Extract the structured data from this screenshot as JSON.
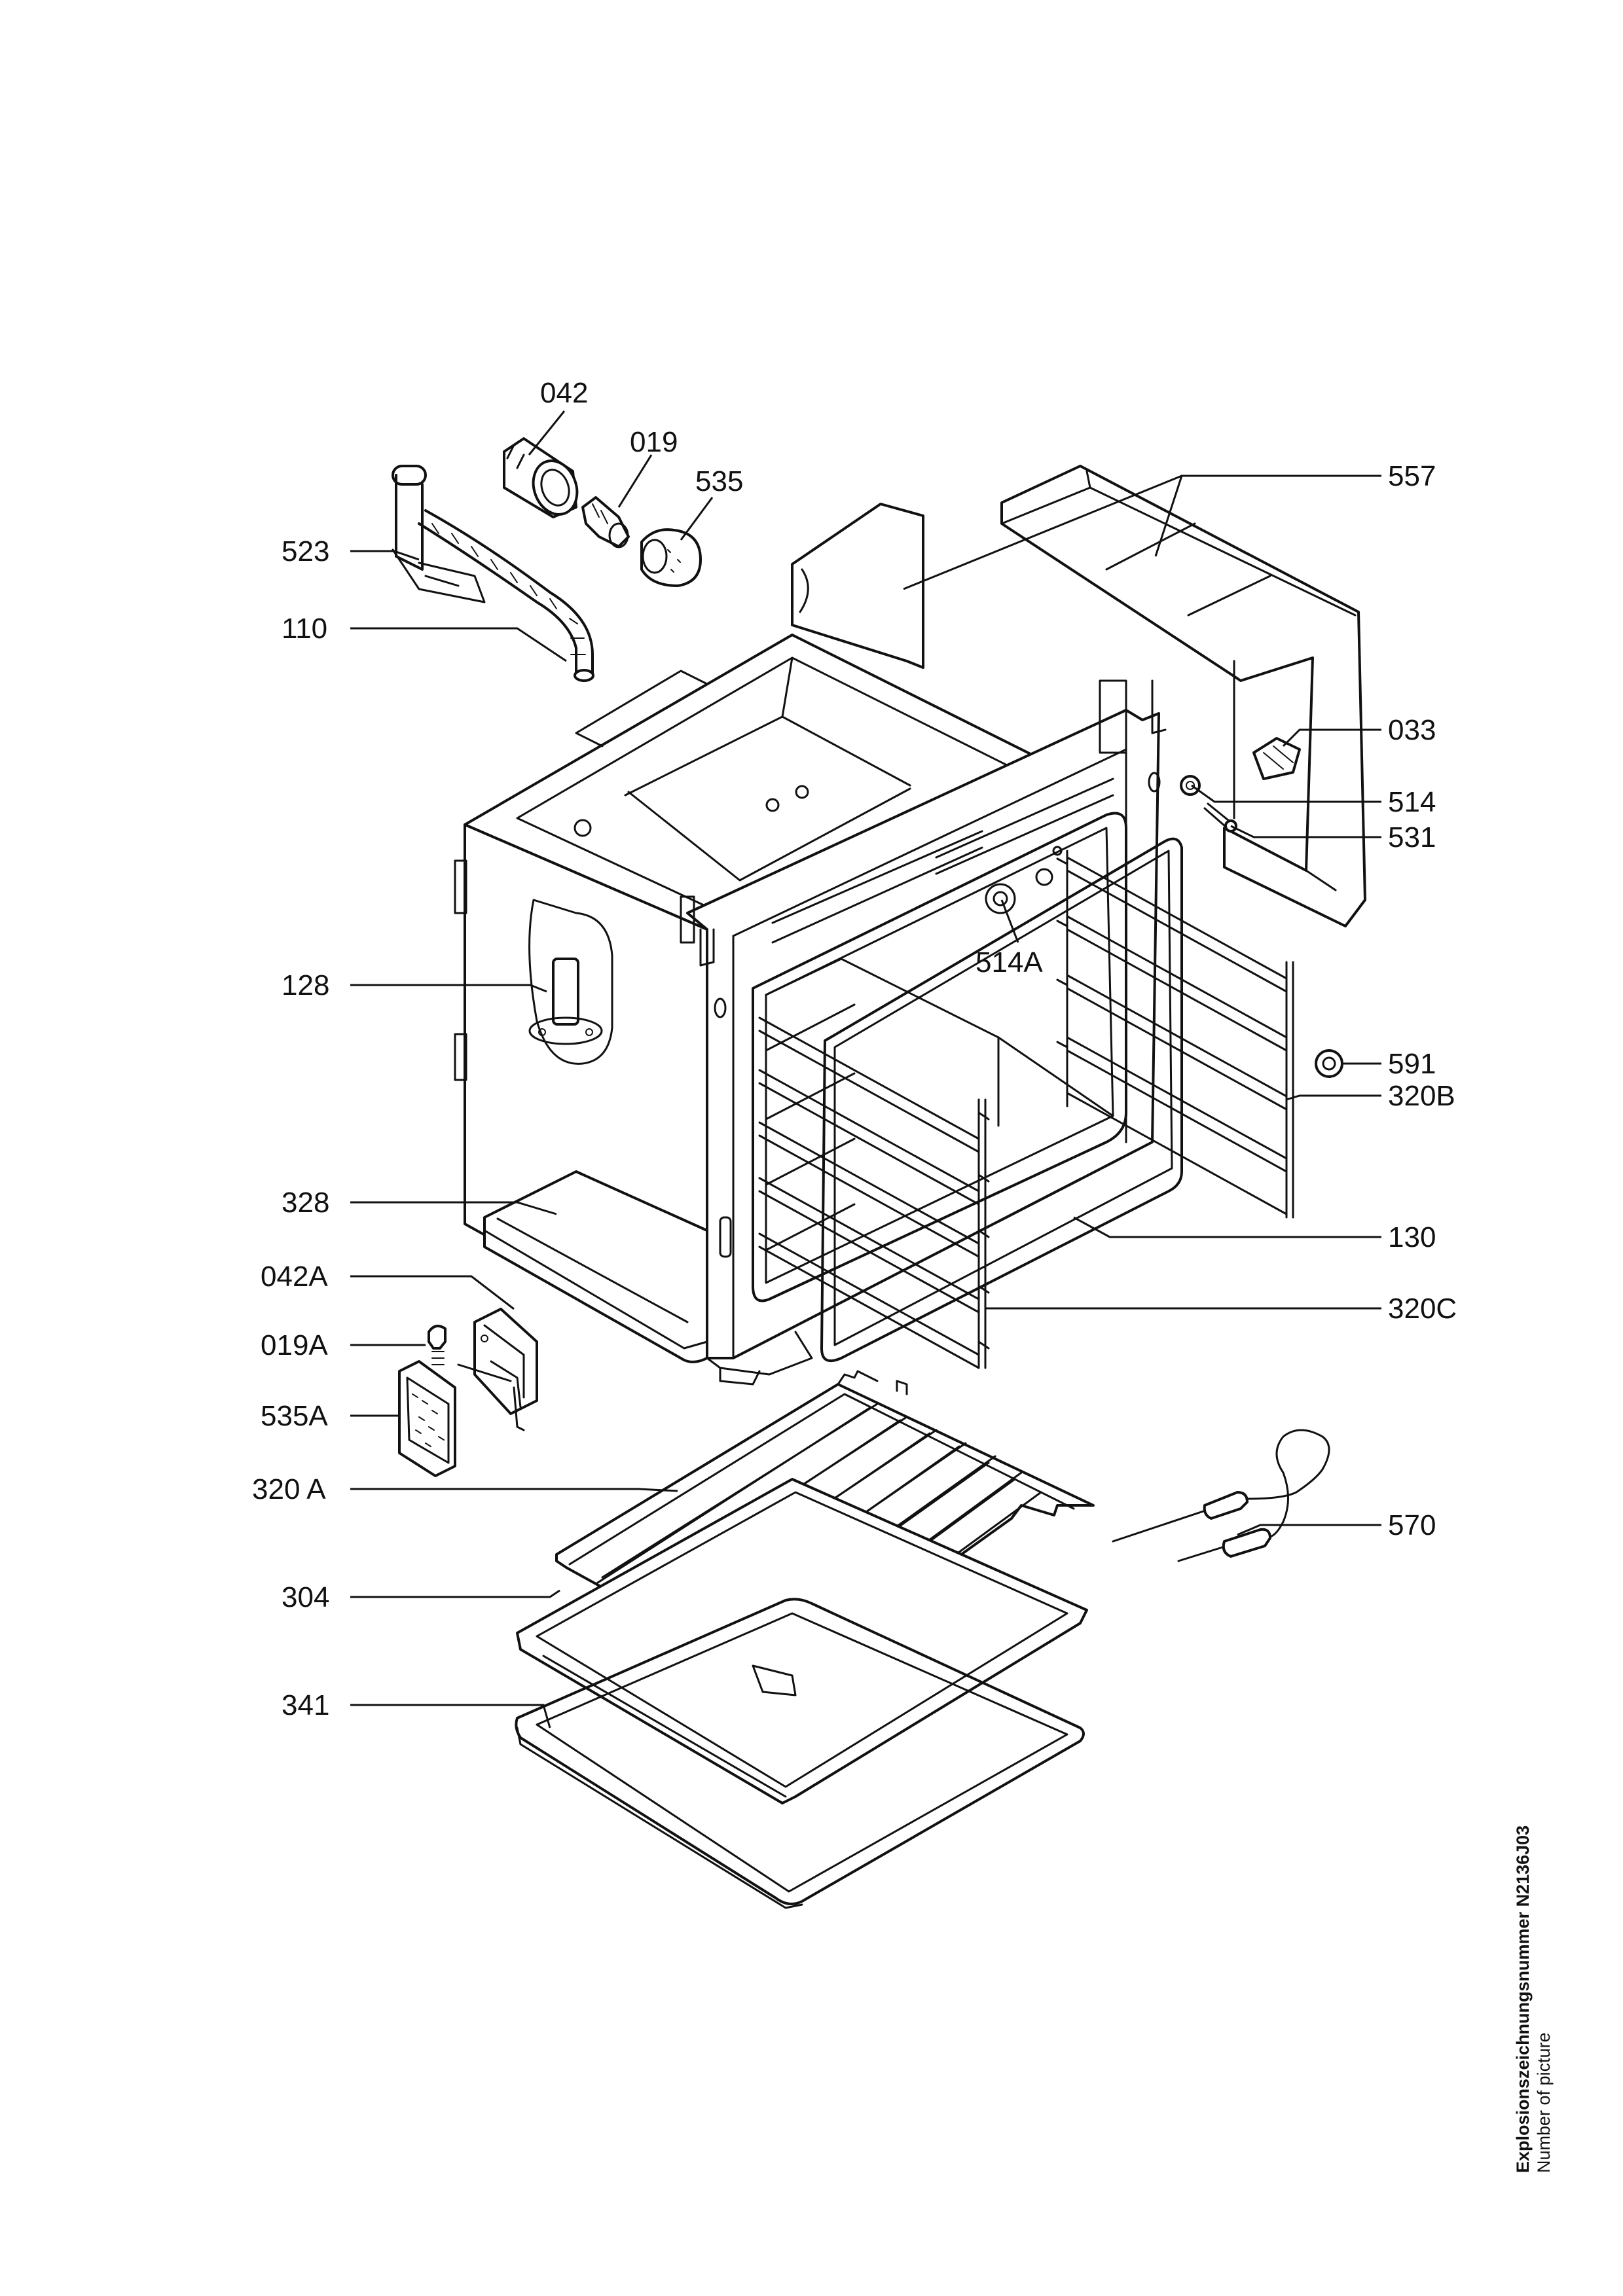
{
  "diagram": {
    "labels": {
      "p042": "042",
      "p019": "019",
      "p535": "535",
      "p557": "557",
      "p523": "523",
      "p110": "110",
      "p033": "033",
      "p514": "514",
      "p531": "531",
      "p514A": "514A",
      "p128": "128",
      "p591": "591",
      "p320B": "320B",
      "p328": "328",
      "p130": "130",
      "p042A": "042A",
      "p320C": "320C",
      "p019A": "019A",
      "p535A": "535A",
      "p320A": "320 A",
      "p570": "570",
      "p304": "304",
      "p341": "341"
    },
    "footer": {
      "drawing_number": "Explosionszeichnungsnummer N2136J03",
      "caption": "Number of picture"
    }
  }
}
